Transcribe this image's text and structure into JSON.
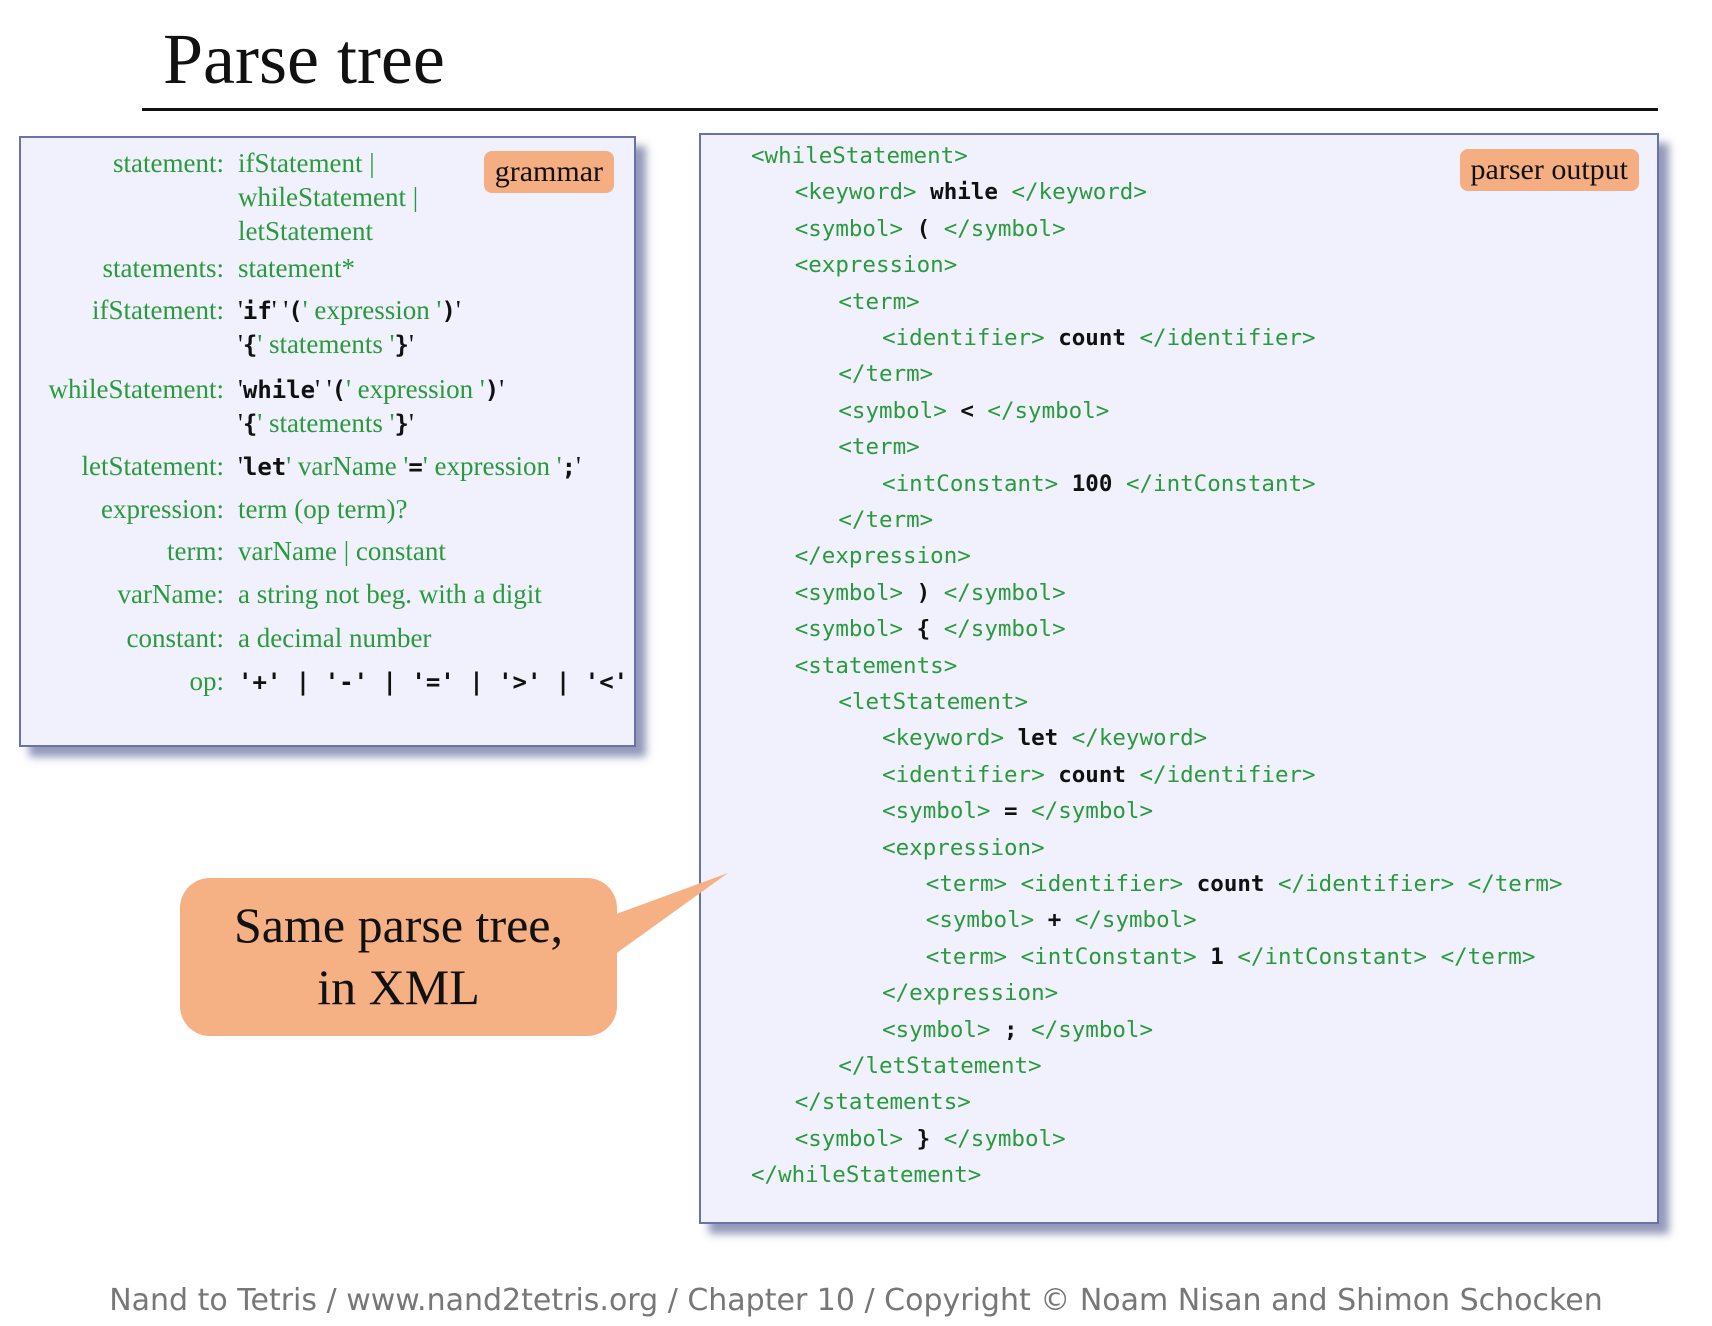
{
  "title": "Parse tree",
  "grammar": {
    "badge": "grammar",
    "rows": [
      {
        "label": "statement:",
        "lines": [
          [
            {
              "t": "ifStatement |",
              "c": "g"
            }
          ],
          [
            {
              "t": "whileStatement |",
              "c": "g"
            }
          ],
          [
            {
              "t": "letStatement",
              "c": "g"
            }
          ]
        ]
      },
      {
        "label": "statements:",
        "lines": [
          [
            {
              "t": "statement*",
              "c": "g"
            }
          ]
        ]
      },
      {
        "label": "ifStatement:",
        "lines": [
          [
            {
              "t": "'",
              "c": "q"
            },
            {
              "t": "if",
              "c": "k"
            },
            {
              "t": "' '",
              "c": "q"
            },
            {
              "t": "(",
              "c": "k"
            },
            {
              "t": "' expression '",
              "c": "g"
            },
            {
              "t": ")",
              "c": "k"
            },
            {
              "t": "'",
              "c": "q"
            }
          ],
          [
            {
              "t": "'",
              "c": "q"
            },
            {
              "t": "{",
              "c": "k"
            },
            {
              "t": "' statements '",
              "c": "g"
            },
            {
              "t": "}",
              "c": "k"
            },
            {
              "t": "'",
              "c": "q"
            }
          ]
        ]
      },
      {
        "label": "whileStatement:",
        "lines": [
          [
            {
              "t": "'",
              "c": "q"
            },
            {
              "t": "while",
              "c": "k"
            },
            {
              "t": "' '",
              "c": "q"
            },
            {
              "t": "(",
              "c": "k"
            },
            {
              "t": "' expression '",
              "c": "g"
            },
            {
              "t": ")",
              "c": "k"
            },
            {
              "t": "'",
              "c": "q"
            }
          ],
          [
            {
              "t": "'",
              "c": "q"
            },
            {
              "t": "{",
              "c": "k"
            },
            {
              "t": "' statements '",
              "c": "g"
            },
            {
              "t": "}",
              "c": "k"
            },
            {
              "t": "'",
              "c": "q"
            }
          ]
        ]
      },
      {
        "label": "letStatement:",
        "lines": [
          [
            {
              "t": "'",
              "c": "q"
            },
            {
              "t": "let",
              "c": "k"
            },
            {
              "t": "' varName '",
              "c": "g"
            },
            {
              "t": "=",
              "c": "k"
            },
            {
              "t": "' expression '",
              "c": "g"
            },
            {
              "t": ";",
              "c": "k"
            },
            {
              "t": "'",
              "c": "q"
            }
          ]
        ]
      },
      {
        "label": "expression:",
        "lines": [
          [
            {
              "t": "term (op term)?",
              "c": "g"
            }
          ]
        ]
      },
      {
        "label": "term:",
        "lines": [
          [
            {
              "t": "varName | constant",
              "c": "g"
            }
          ]
        ]
      },
      {
        "label": "varName:",
        "lines": [
          [
            {
              "t": "a string not beg. with a digit",
              "c": "g"
            }
          ]
        ]
      },
      {
        "label": "constant:",
        "lines": [
          [
            {
              "t": "a decimal number",
              "c": "g"
            }
          ]
        ]
      },
      {
        "label": "op:",
        "lines": [
          [
            {
              "t": "'+' | '-' | '=' | '>' | '<'",
              "c": "k"
            }
          ]
        ]
      }
    ]
  },
  "output": {
    "badge": "parser output",
    "lines": [
      {
        "indent": 0,
        "open": "<whileStatement>",
        "value": "",
        "close": ""
      },
      {
        "indent": 1,
        "open": "<keyword>",
        "value": "while",
        "close": "</keyword>"
      },
      {
        "indent": 1,
        "open": "<symbol>",
        "value": "(",
        "close": "</symbol>"
      },
      {
        "indent": 1,
        "open": "<expression>",
        "value": "",
        "close": ""
      },
      {
        "indent": 2,
        "open": "<term>",
        "value": "",
        "close": ""
      },
      {
        "indent": 3,
        "open": "<identifier>",
        "value": "count",
        "close": "</identifier>"
      },
      {
        "indent": 2,
        "open": "</term>",
        "value": "",
        "close": ""
      },
      {
        "indent": 2,
        "open": "<symbol>",
        "value": "<",
        "close": "</symbol>"
      },
      {
        "indent": 2,
        "open": "<term>",
        "value": "",
        "close": ""
      },
      {
        "indent": 3,
        "open": "<intConstant>",
        "value": "100",
        "close": "</intConstant>"
      },
      {
        "indent": 2,
        "open": "</term>",
        "value": "",
        "close": ""
      },
      {
        "indent": 1,
        "open": "</expression>",
        "value": "",
        "close": ""
      },
      {
        "indent": 1,
        "open": "<symbol>",
        "value": ")",
        "close": "</symbol>"
      },
      {
        "indent": 1,
        "open": "<symbol>",
        "value": "{",
        "close": "</symbol>"
      },
      {
        "indent": 1,
        "open": "<statements>",
        "value": "",
        "close": ""
      },
      {
        "indent": 2,
        "open": "<letStatement>",
        "value": "",
        "close": ""
      },
      {
        "indent": 3,
        "open": "<keyword>",
        "value": "let",
        "close": "</keyword>"
      },
      {
        "indent": 3,
        "open": "<identifier>",
        "value": "count",
        "close": "</identifier>"
      },
      {
        "indent": 3,
        "open": "<symbol>",
        "value": "=",
        "close": "</symbol>"
      },
      {
        "indent": 3,
        "open": "<expression>",
        "value": "",
        "close": ""
      },
      {
        "indent": 4,
        "open": "<term> <identifier>",
        "value": "count",
        "close": "</identifier> </term>"
      },
      {
        "indent": 4,
        "open": "<symbol>",
        "value": "+",
        "close": "</symbol>"
      },
      {
        "indent": 4,
        "open": "<term> <intConstant>",
        "value": "1",
        "close": "</intConstant> </term>"
      },
      {
        "indent": 3,
        "open": "</expression>",
        "value": "",
        "close": ""
      },
      {
        "indent": 3,
        "open": "<symbol>",
        "value": ";",
        "close": "</symbol>"
      },
      {
        "indent": 2,
        "open": "</letStatement>",
        "value": "",
        "close": ""
      },
      {
        "indent": 1,
        "open": "</statements>",
        "value": "",
        "close": ""
      },
      {
        "indent": 1,
        "open": "<symbol>",
        "value": "}",
        "close": "</symbol>"
      },
      {
        "indent": 0,
        "open": "</whileStatement>",
        "value": "",
        "close": ""
      }
    ]
  },
  "callout": {
    "line1": "Same parse tree,",
    "line2": "in XML"
  },
  "footer": "Nand to Tetris / www.nand2tetris.org / Chapter 10 / Copyright © Noam Nisan and Shimon Schocken",
  "colors": {
    "text_green": "#2a9a3c",
    "badge_orange": "#f5ae82",
    "box_bg": "#f0f1fd",
    "box_border": "#6a72aa"
  }
}
